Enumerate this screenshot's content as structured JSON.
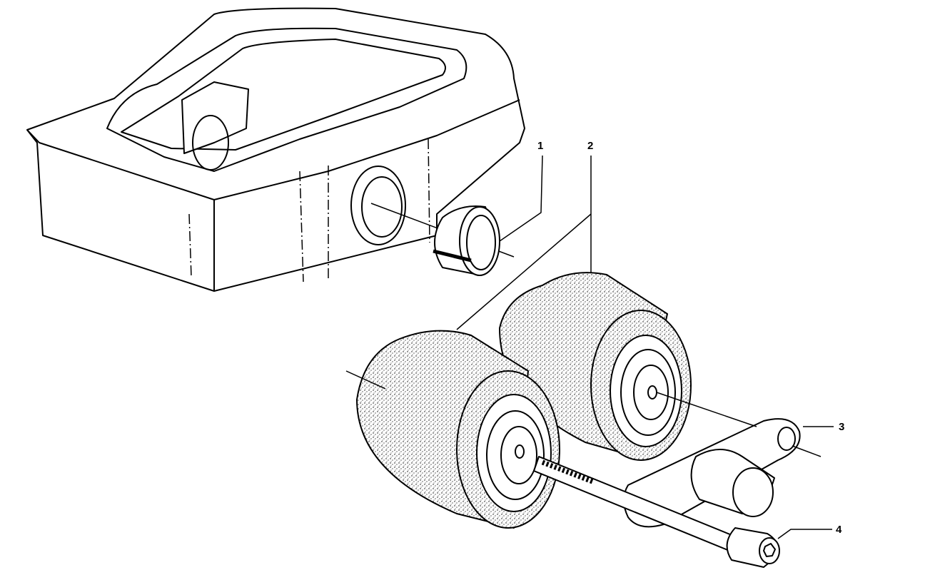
{
  "diagram": {
    "type": "exploded-parts-view",
    "callouts": [
      {
        "id": "1",
        "label": "1",
        "part": "bushing"
      },
      {
        "id": "2",
        "label": "2",
        "part": "rollers"
      },
      {
        "id": "3",
        "label": "3",
        "part": "bracket"
      },
      {
        "id": "4",
        "label": "4",
        "part": "bolt"
      }
    ],
    "colors": {
      "line": "#000000",
      "background": "#ffffff"
    }
  }
}
